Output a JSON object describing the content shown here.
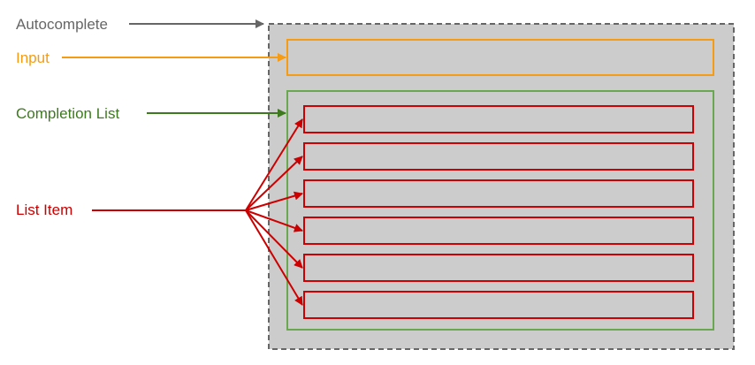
{
  "labels": {
    "autocomplete": "Autocomplete",
    "input": "Input",
    "completion_list": "Completion List",
    "list_item": "List Item"
  },
  "colors": {
    "autocomplete": "#666666",
    "input": "#f59b14",
    "completion_list": "#3d7a1e",
    "list_item": "#cc0000",
    "container_fill": "#cccccc",
    "container_border": "#666666",
    "list_border": "#6aa84f"
  },
  "list_item_count": 6
}
